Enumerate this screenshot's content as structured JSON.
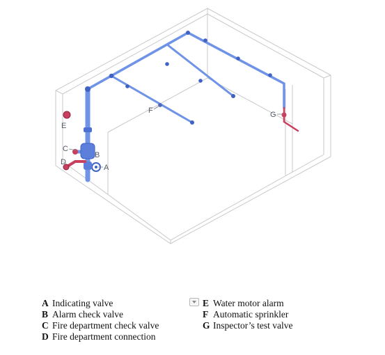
{
  "callouts": {
    "a": "A",
    "b": "B",
    "c": "C",
    "d": "D",
    "e": "E",
    "f": "F",
    "g": "G"
  },
  "legend": [
    {
      "key": "A",
      "label": "Indicating valve"
    },
    {
      "key": "B",
      "label": "Alarm check valve"
    },
    {
      "key": "C",
      "label": "Fire department check valve"
    },
    {
      "key": "D",
      "label": "Fire department connection"
    },
    {
      "key": "E",
      "label": "Water motor alarm"
    },
    {
      "key": "F",
      "label": "Automatic sprinkler"
    },
    {
      "key": "G",
      "label": "Inspector’s test valve"
    }
  ],
  "colors": {
    "pipe": "#6f93e6",
    "pipe_dark": "#3f62c4",
    "alarm": "#c9405f",
    "alarm_dark": "#8e1f3c",
    "room_line": "#c9c9c9"
  },
  "icons": {
    "legend_menu": "chevron-down-icon"
  }
}
